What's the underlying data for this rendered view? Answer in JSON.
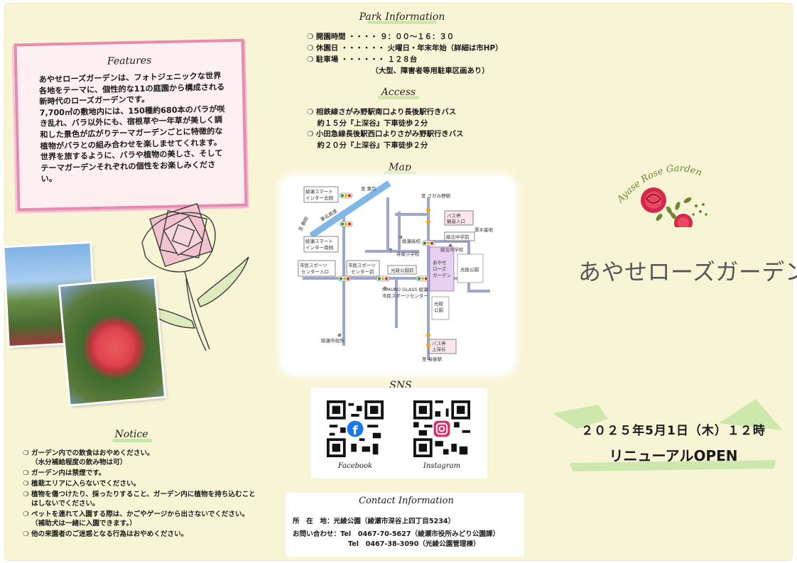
{
  "features": {
    "title": "Features",
    "paragraphs": [
      "あやせローズガーデンは、フォトジェニックな世界各地をテーマに、個性的な11の庭園から構成される新時代のローズガーデンです。",
      "7,700㎡の敷地内には、150種約680本のバラが咲き乱れ、バラ以外にも、宿根草や一年草が美しく調和した景色が広がりテーマガーデンごとに特徴的な植物がバラとの組み合わせを楽しませてくれます。",
      "世界を旅するように、バラや植物の美しさ、そしてテーマガーデンそれぞれの個性をお楽しみください。"
    ]
  },
  "notice": {
    "title": "Notice",
    "items": [
      "ガーデン内での飲食はおやめください。\n（水分補給程度の飲み物は可）",
      "ガーデン内は禁煙です。",
      "植栽エリアに入らないでください。",
      "植物を傷つけたり、採ったりすること、ガーデン内に植物を持ち込むことはしないでください。",
      "ペットを連れて入園する際は、かごやゲージから出さないでください。（補助犬は一緒に入園できます。）",
      "他の来園者のご迷惑となる行為はおやめください。"
    ]
  },
  "park_info": {
    "title": "Park Information",
    "rows": [
      "❍ 開園時間 ・・・・ ９：００～１６：３０",
      "❍ 休園日 ・・・・・・ 火曜日・年末年始（詳細は市HP）",
      "❍ 駐車場 ・・・・・・ １２８台",
      "                         （大型、障害者等用駐車区画あり）"
    ]
  },
  "access": {
    "title": "Access",
    "rows": [
      "❍ 相鉄線さがみ野駅南口より長後駅行きバス",
      "    約１５分『上深谷』下車徒歩２分",
      "❍ 小田急線長後駅西口よりさがみ野駅行きバス",
      "    約２０分『上深谷』下車徒歩２分"
    ]
  },
  "map": {
    "title": "Map",
    "labels": {
      "ic_north": "綾瀬スマート\nインター北側",
      "ic_south": "綾瀬スマート\nインター南側",
      "to_tokyo": "至 東京",
      "to_shizuoka": "至 静岡",
      "tomei": "東名高速",
      "sagamino": "至 さがみ野駅",
      "bus_kannon": "バス停\n観音入口",
      "kouhoku_mae": "綾北中学前",
      "kouhoku_school": "綾北中学校",
      "atsugi": "厚木基地",
      "ayase_hs": "綾瀬高校",
      "terao": "寺尾小学校",
      "sports_entrance": "市民スポーツ\nセンター入口",
      "sports_front": "市民スポーツ\nセンター前",
      "koryo_front": "光綾公園前",
      "rose_garden": "あやせ\nローズ\nガーデン",
      "koryo_park": "光綾公園",
      "koryo_park2": "光綾\n公園",
      "shimuro": "SIMURO GLASS 綾瀬",
      "sports_center": "市民スポーツセンター",
      "city_hall": "綾瀬市役所",
      "bus_kamifukaya": "バス停\n上深谷",
      "chogo": "至 長後駅"
    }
  },
  "sns": {
    "title": "SNS",
    "facebook": "Facebook",
    "instagram": "Instagram"
  },
  "contact": {
    "title": "Contact  Information",
    "address": "所　在　地：光綾公園（綾瀬市深谷上四丁目5234）",
    "phone1": "お問い合わせ：Tel　0467-70-5627（綾瀬市役所みどり公園課）",
    "phone2": "Tel　0467-38-3090（光綾公園管理棟）"
  },
  "brand": {
    "arc_text": "Ayase Rose Garden",
    "name": "あやせローズガーデン"
  },
  "opening": {
    "date": "２０２５年5月1日（木）１２時",
    "label": "リニューアルOPEN"
  },
  "colors": {
    "paper": "#f8f5d7",
    "pink_frame": "#e88bb0",
    "accent_green": "#c8e6a8",
    "rose_red": "#d6284a"
  }
}
